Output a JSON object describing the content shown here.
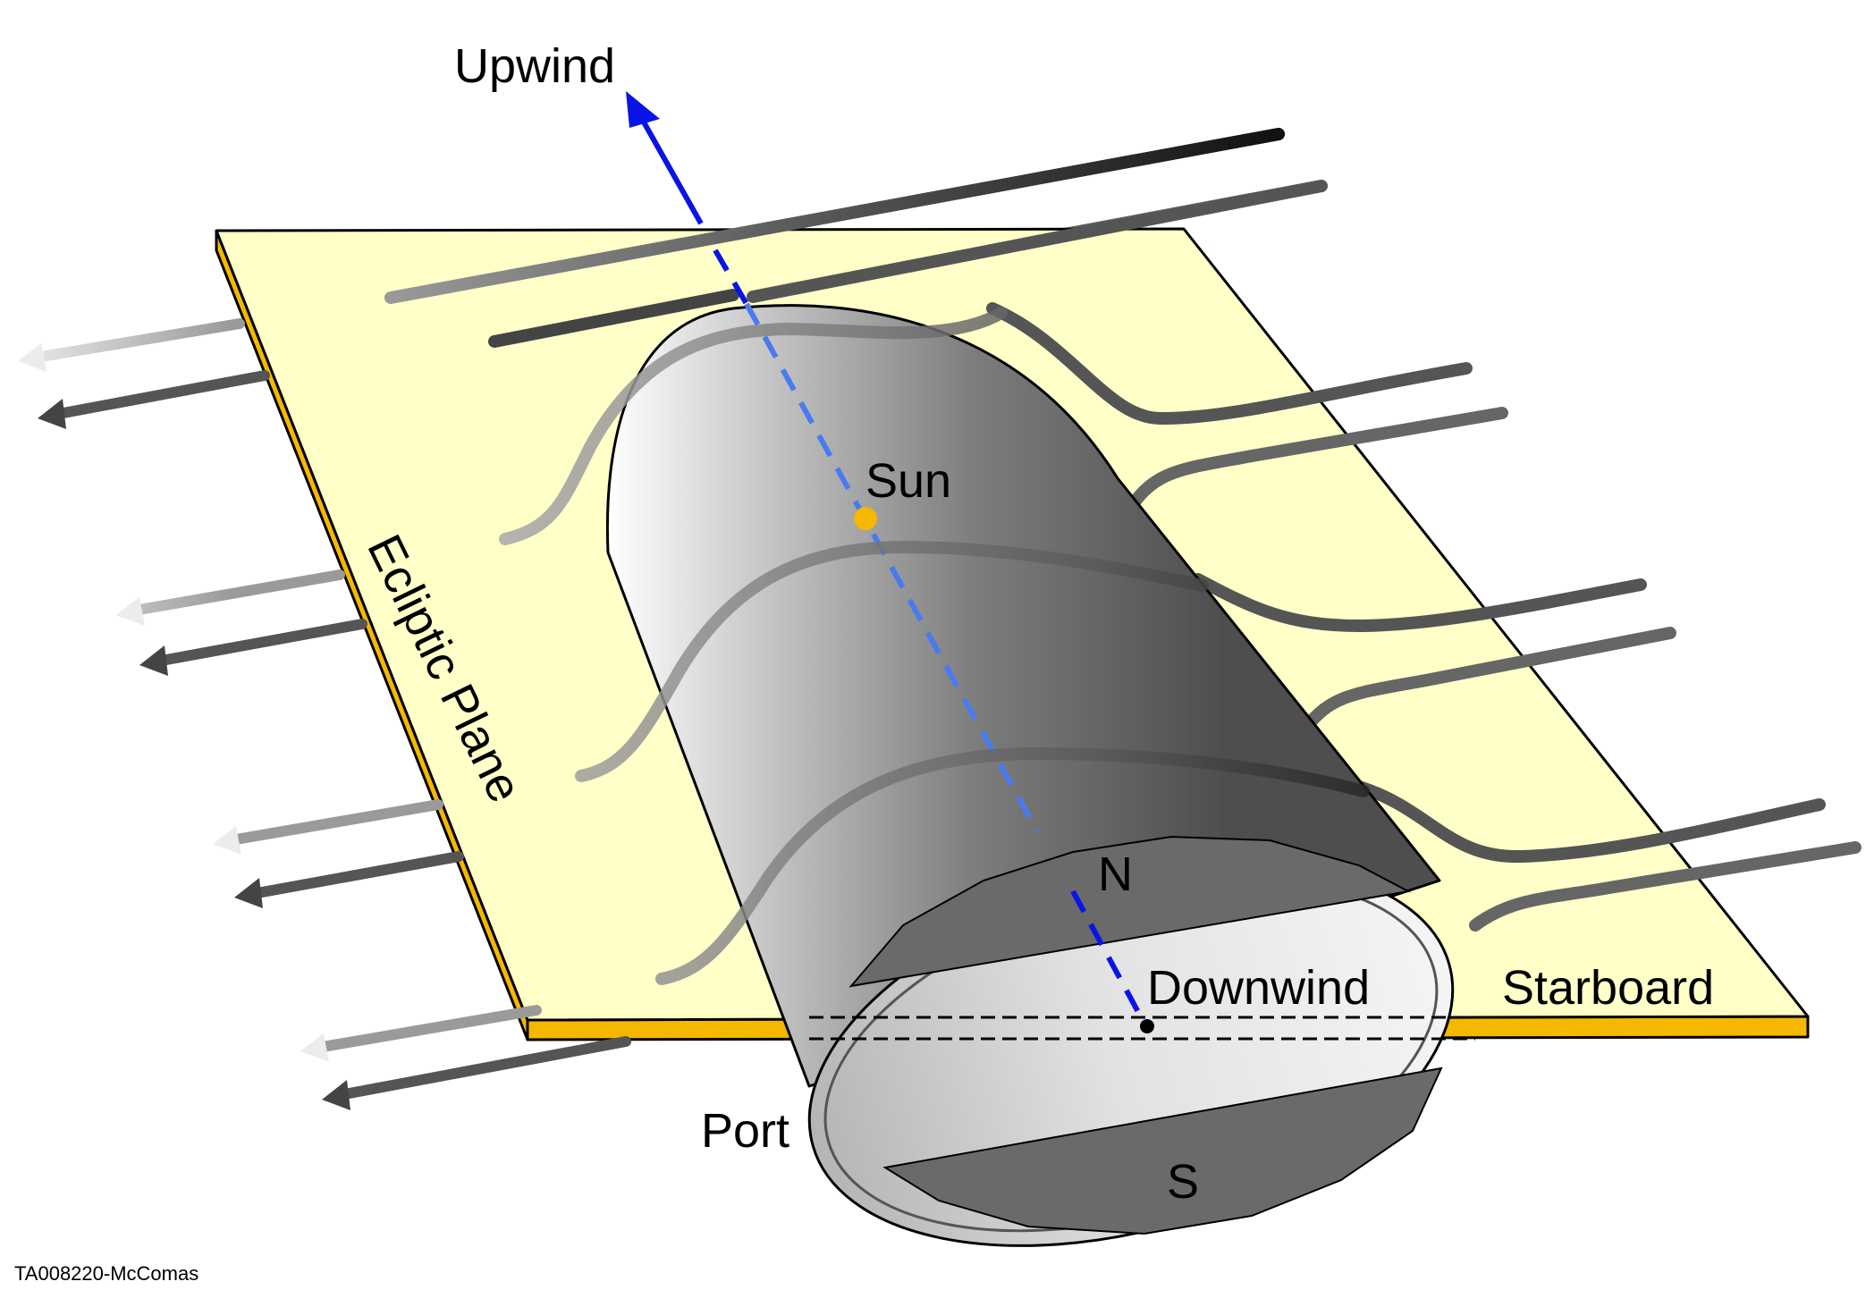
{
  "labels": {
    "upwind": "Upwind",
    "sun": "Sun",
    "ecliptic_plane": "Ecliptic Plane",
    "north": "N",
    "south": "S",
    "downwind": "Downwind",
    "starboard": "Starboard",
    "port": "Port"
  },
  "credit": "TA008220-McComas",
  "colors": {
    "plane_fill": "#FFFFC8",
    "plane_edge": "#F5B800",
    "upwind_axis": "#0A14E6",
    "axis_dashed": "#4A7AF0",
    "sun": "#F5B800",
    "tail_dark": "#5A5A5A",
    "tail_pole_cap": "#6A6A6A"
  },
  "icons": [
    "upwind-arrow-icon",
    "sun-dot-icon",
    "outflow-arrow-icon"
  ]
}
